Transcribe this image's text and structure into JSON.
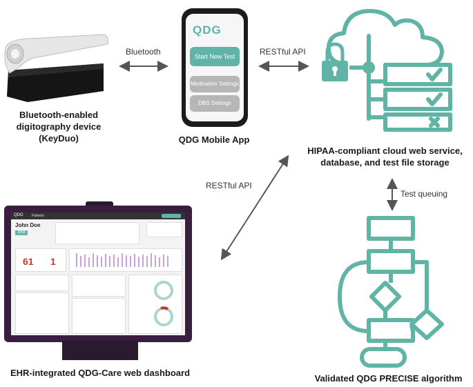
{
  "device": {
    "caption_line1": "Bluetooth-enabled",
    "caption_line2": "digitography device",
    "caption_line3": "(KeyDuo)"
  },
  "links": {
    "bluetooth": "Bluetooth",
    "restful_top": "RESTful API",
    "restful_diag": "RESTful API",
    "test_queuing": "Test queuing"
  },
  "app": {
    "logo": "QDG",
    "start_button": "Start New Test",
    "medication_button": "Medication Settings",
    "dbs_button": "DBS Settings",
    "caption": "QDG Mobile App"
  },
  "cloud": {
    "caption_line1": "HIPAA-compliant cloud web service,",
    "caption_line2": "database, and test file storage"
  },
  "algorithm": {
    "caption": "Validated QDG PRECISE algorithm"
  },
  "dashboard": {
    "logo": "QDG",
    "tab": "Patients",
    "patient_name": "John Doe",
    "patient_badge": "38/M",
    "score_left": "61",
    "score_right": "1",
    "caption": "EHR-integrated QDG-Care web dashboard"
  },
  "colors": {
    "teal": "#5fb4a6",
    "monitor": "#3a1e3f",
    "arrow": "#555555"
  }
}
